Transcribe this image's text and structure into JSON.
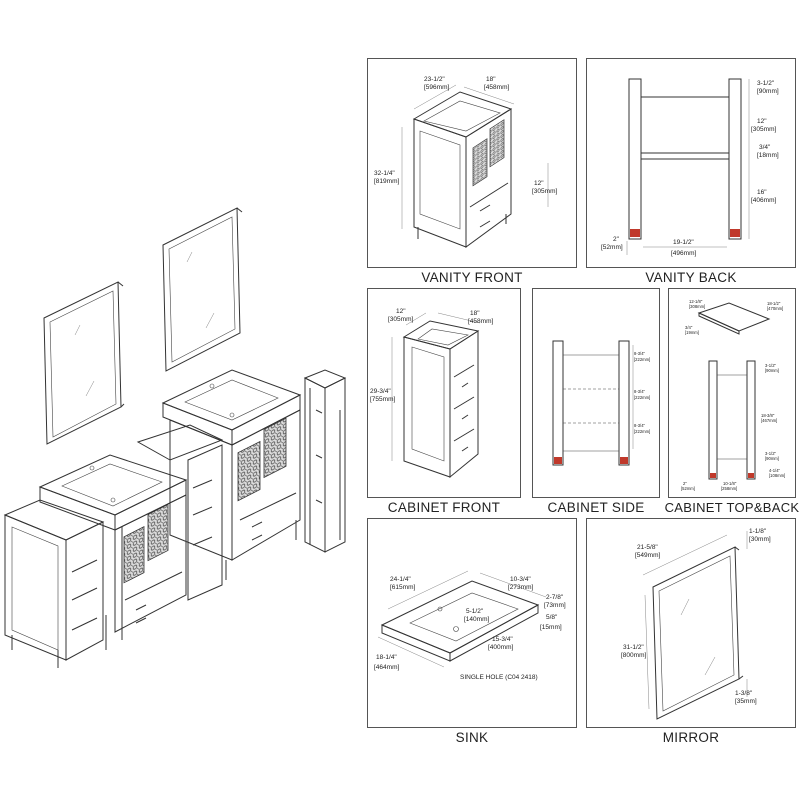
{
  "panels": {
    "vanity_front": {
      "caption": "VANITY FRONT",
      "dims": [
        "23-1/2\"",
        "[596mm]",
        "18\"",
        "[458mm]",
        "32-1/4\"",
        "[819mm]",
        "12\"",
        "[305mm]"
      ]
    },
    "vanity_back": {
      "caption": "VANITY BACK",
      "dims": [
        "3-1/2\"",
        "[90mm]",
        "12\"",
        "[305mm]",
        "3/4\"",
        "[18mm]",
        "16\"",
        "[406mm]",
        "2\"",
        "[52mm]",
        "19-1/2\"",
        "[496mm]"
      ]
    },
    "cabinet_front": {
      "caption": "CABINET FRONT",
      "dims": [
        "12\"",
        "[305mm]",
        "18\"",
        "[458mm]",
        "29-3/4\"",
        "[755mm]"
      ]
    },
    "cabinet_side": {
      "caption": "CABINET SIDE",
      "dims": [
        "8-3/4\"",
        "[222mm]",
        "8-3/4\"",
        "[222mm]",
        "8-3/4\"",
        "[222mm]"
      ]
    },
    "cabinet_top_back": {
      "caption": "CABINET TOP&BACK",
      "dims": [
        "12-1/8\"",
        "[308mm]",
        "18-1/2\"",
        "[470mm]",
        "3/4\"",
        "[19mm]",
        "3-1/2\"",
        "[90mm]",
        "18-3/8\"",
        "[467mm]",
        "3-1/2\"",
        "[90mm]",
        "4-1/4\"",
        "[108mm]",
        "2\"",
        "[52mm]",
        "10-1/8\"",
        "[258mm]"
      ]
    },
    "sink": {
      "caption": "SINK",
      "dims": [
        "24-1/4\"",
        "[615mm]",
        "10-3/4\"",
        "[273mm]",
        "2-7/8\"",
        "[73mm]",
        "5-1/2\"",
        "[140mm]",
        "5/8\"",
        "[15mm]",
        "15-3/4\"",
        "[400mm]",
        "18-1/4\"",
        "[464mm]"
      ],
      "note": "SINGLE HOLE (C04 2418)"
    },
    "mirror": {
      "caption": "MIRROR",
      "dims": [
        "1-1/8\"",
        "[30mm]",
        "21-5/8\"",
        "[549mm]",
        "31-1/2\"",
        "[800mm]",
        "1-3/8\"",
        "[35mm]"
      ]
    }
  },
  "colors": {
    "line": "#333333",
    "accent": "#c0392b",
    "pattern": "#555555"
  }
}
